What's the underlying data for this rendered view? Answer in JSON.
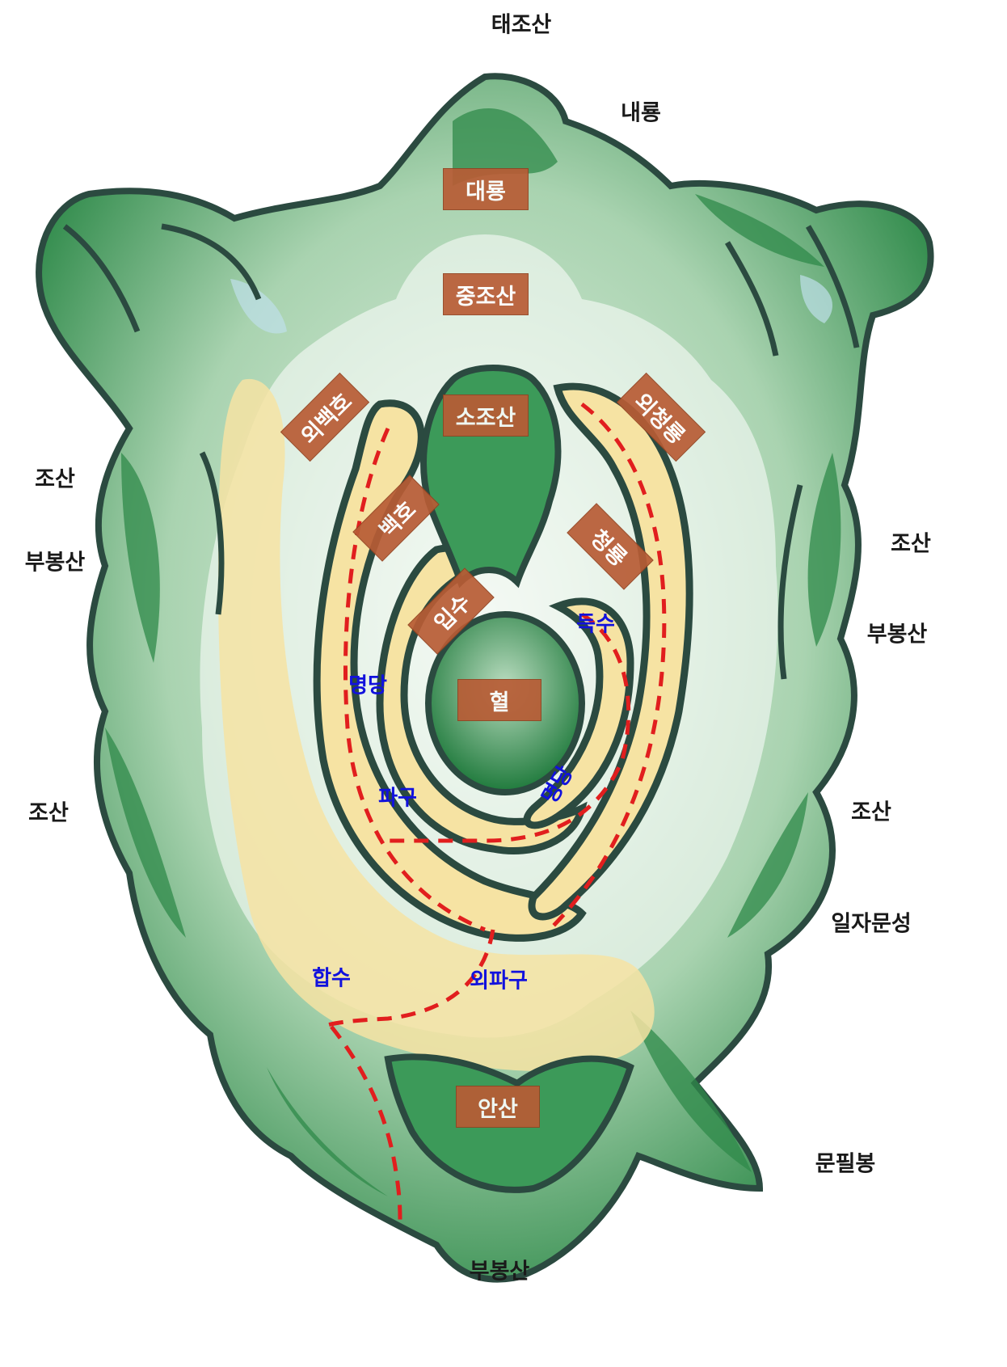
{
  "outer_labels": {
    "top": "태조산",
    "naeryong": "내룡",
    "left_josan_upper": "조산",
    "left_bubongsan": "부봉산",
    "left_josan_lower": "조산",
    "right_josan_upper": "조산",
    "right_bubongsan": "부봉산",
    "right_josan_lower": "조산",
    "iljamunseong": "일자문성",
    "munpilbong": "문필봉",
    "bottom": "부봉산"
  },
  "boxes": {
    "daeryong": "대룡",
    "jungjosan": "중조산",
    "sojosan": "소조산",
    "oebaekho": "외백호",
    "oecheongnyong": "외청룡",
    "baekho": "백호",
    "cheongnyong": "청룡",
    "ipsu": "입수",
    "hyeol": "혈",
    "ansan": "안산"
  },
  "water_labels": {
    "myeongdang_left": "명당",
    "deuksu": "득수",
    "pagu": "파구",
    "myeongdang_right": "명당",
    "hapsu": "합수",
    "oepagu": "외파구"
  },
  "colors": {
    "mountain_dark": "#2f8a4a",
    "mountain_light": "#cfe6d2",
    "outline": "#2b4a40",
    "water_area": "#f6e3a3",
    "stream": "#e11e1e",
    "box": "#b85c35"
  }
}
